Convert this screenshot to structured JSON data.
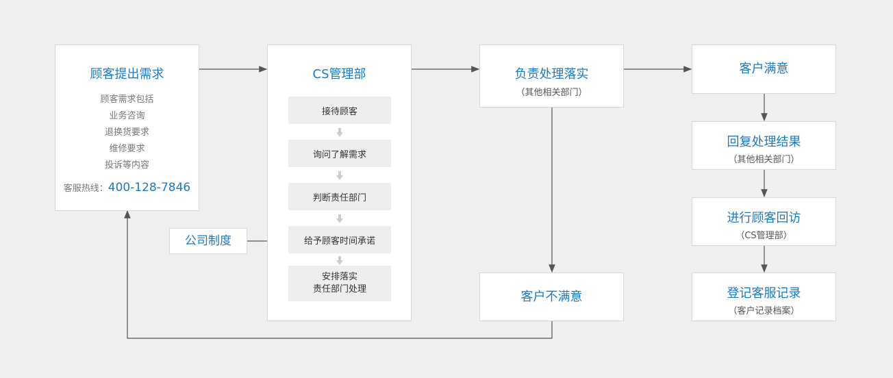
{
  "colors": {
    "accent": "#1a7ac2",
    "line": "#555555",
    "step_arrow": "#cccccc"
  },
  "customer_request": {
    "title": "顾客提出需求",
    "items": [
      "顾客需求包括",
      "业务咨询",
      "退换货要求",
      "维修要求",
      "投诉等内容"
    ],
    "hotline_label": "客服热线：",
    "hotline_number": "400-128-7846"
  },
  "cs_dept": {
    "title": "CS管理部",
    "steps": [
      "接待顾客",
      "询问了解需求",
      "判断责任部门",
      "给予顾客时间承诺",
      "安排落实",
      "责任部门处理"
    ]
  },
  "company_policy": {
    "title": "公司制度"
  },
  "responsible": {
    "title": "负责处理落实",
    "sub": "（其他相关部门）"
  },
  "satisfied": {
    "title": "客户满意"
  },
  "reply": {
    "title": "回复处理结果",
    "sub": "（其他相关部门）"
  },
  "revisit": {
    "title": "进行顾客回访",
    "sub": "（CS管理部）"
  },
  "record": {
    "title": "登记客服记录",
    "sub": "（客户记录档案）"
  },
  "unsatisfied": {
    "title": "客户不满意"
  }
}
